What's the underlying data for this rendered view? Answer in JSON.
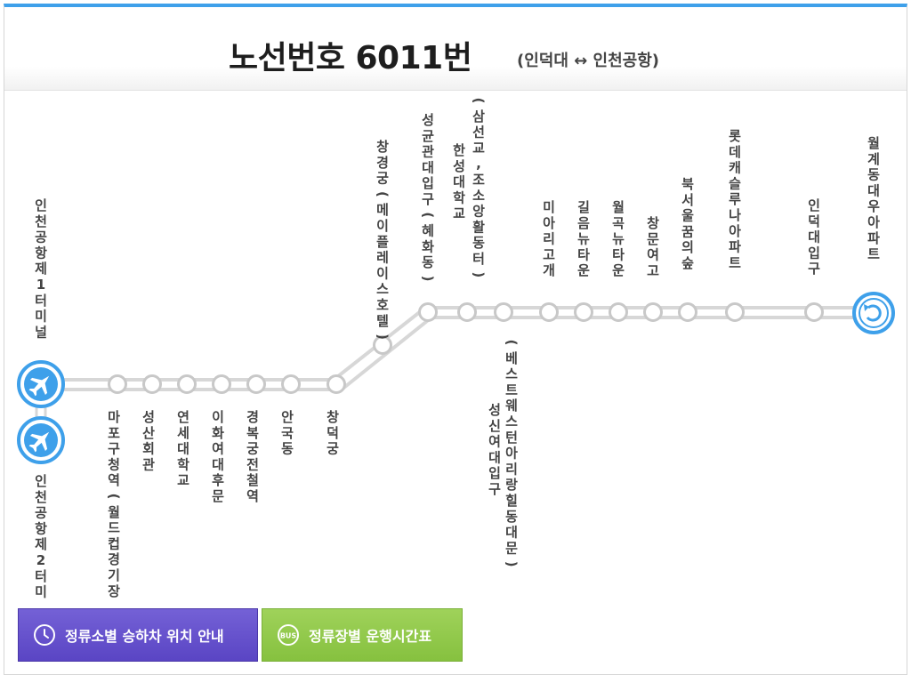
{
  "header": {
    "title": "노선번호 6011번",
    "subtitle": "(인덕대 ↔ 인천공항)"
  },
  "stops_lower": [
    {
      "name": "인천공항제1터미널",
      "type": "airport"
    },
    {
      "name": "마포구청역(월드컵경기장",
      "type": "stop"
    },
    {
      "name": "성산회관",
      "type": "stop"
    },
    {
      "name": "연세대학교",
      "type": "stop"
    },
    {
      "name": "이화여대후문",
      "type": "stop"
    },
    {
      "name": "경복궁전철역",
      "type": "stop"
    },
    {
      "name": "안국동",
      "type": "stop"
    },
    {
      "name": "창덕궁",
      "type": "stop"
    },
    {
      "name": "창경궁(메이플레이스호텔)",
      "type": "stop"
    }
  ],
  "stops_upper": [
    {
      "name": "성균관대입구(혜화동)",
      "type": "stop"
    },
    {
      "name": "(삼선교,조소앙활동터)",
      "type": "stop"
    },
    {
      "name": "한성대학교",
      "type": "stop"
    },
    {
      "name": "(베스트웨스턴아리랑힐동대문)",
      "type": "stop"
    },
    {
      "name": "성신여대입구",
      "type": "stop"
    },
    {
      "name": "미아리고개",
      "type": "stop"
    },
    {
      "name": "길음뉴타운",
      "type": "stop"
    },
    {
      "name": "월곡뉴타운",
      "type": "stop"
    },
    {
      "name": "창문여고",
      "type": "stop"
    },
    {
      "name": "북서울꿈의숲",
      "type": "stop"
    },
    {
      "name": "롯데캐슬루나아파트",
      "type": "stop"
    },
    {
      "name": "인덕대입구",
      "type": "stop"
    },
    {
      "name": "월계동대우아파트",
      "type": "turnaround"
    }
  ],
  "terminal2_label": "인천공항제2터미",
  "buttons": {
    "stop_guide": "정류소별 승하차 위치 안내",
    "timetable": "정류장별 운행시간표"
  },
  "colors": {
    "accent": "#3ea0ea",
    "purple_button": "#5a45c4",
    "green_button": "#86c13f",
    "route_line": "#d7d7d7"
  },
  "icons": {
    "airport": "airplane-icon",
    "turnaround": "turnaround-icon",
    "stop_guide": "clock-icon",
    "timetable": "bus-icon"
  }
}
